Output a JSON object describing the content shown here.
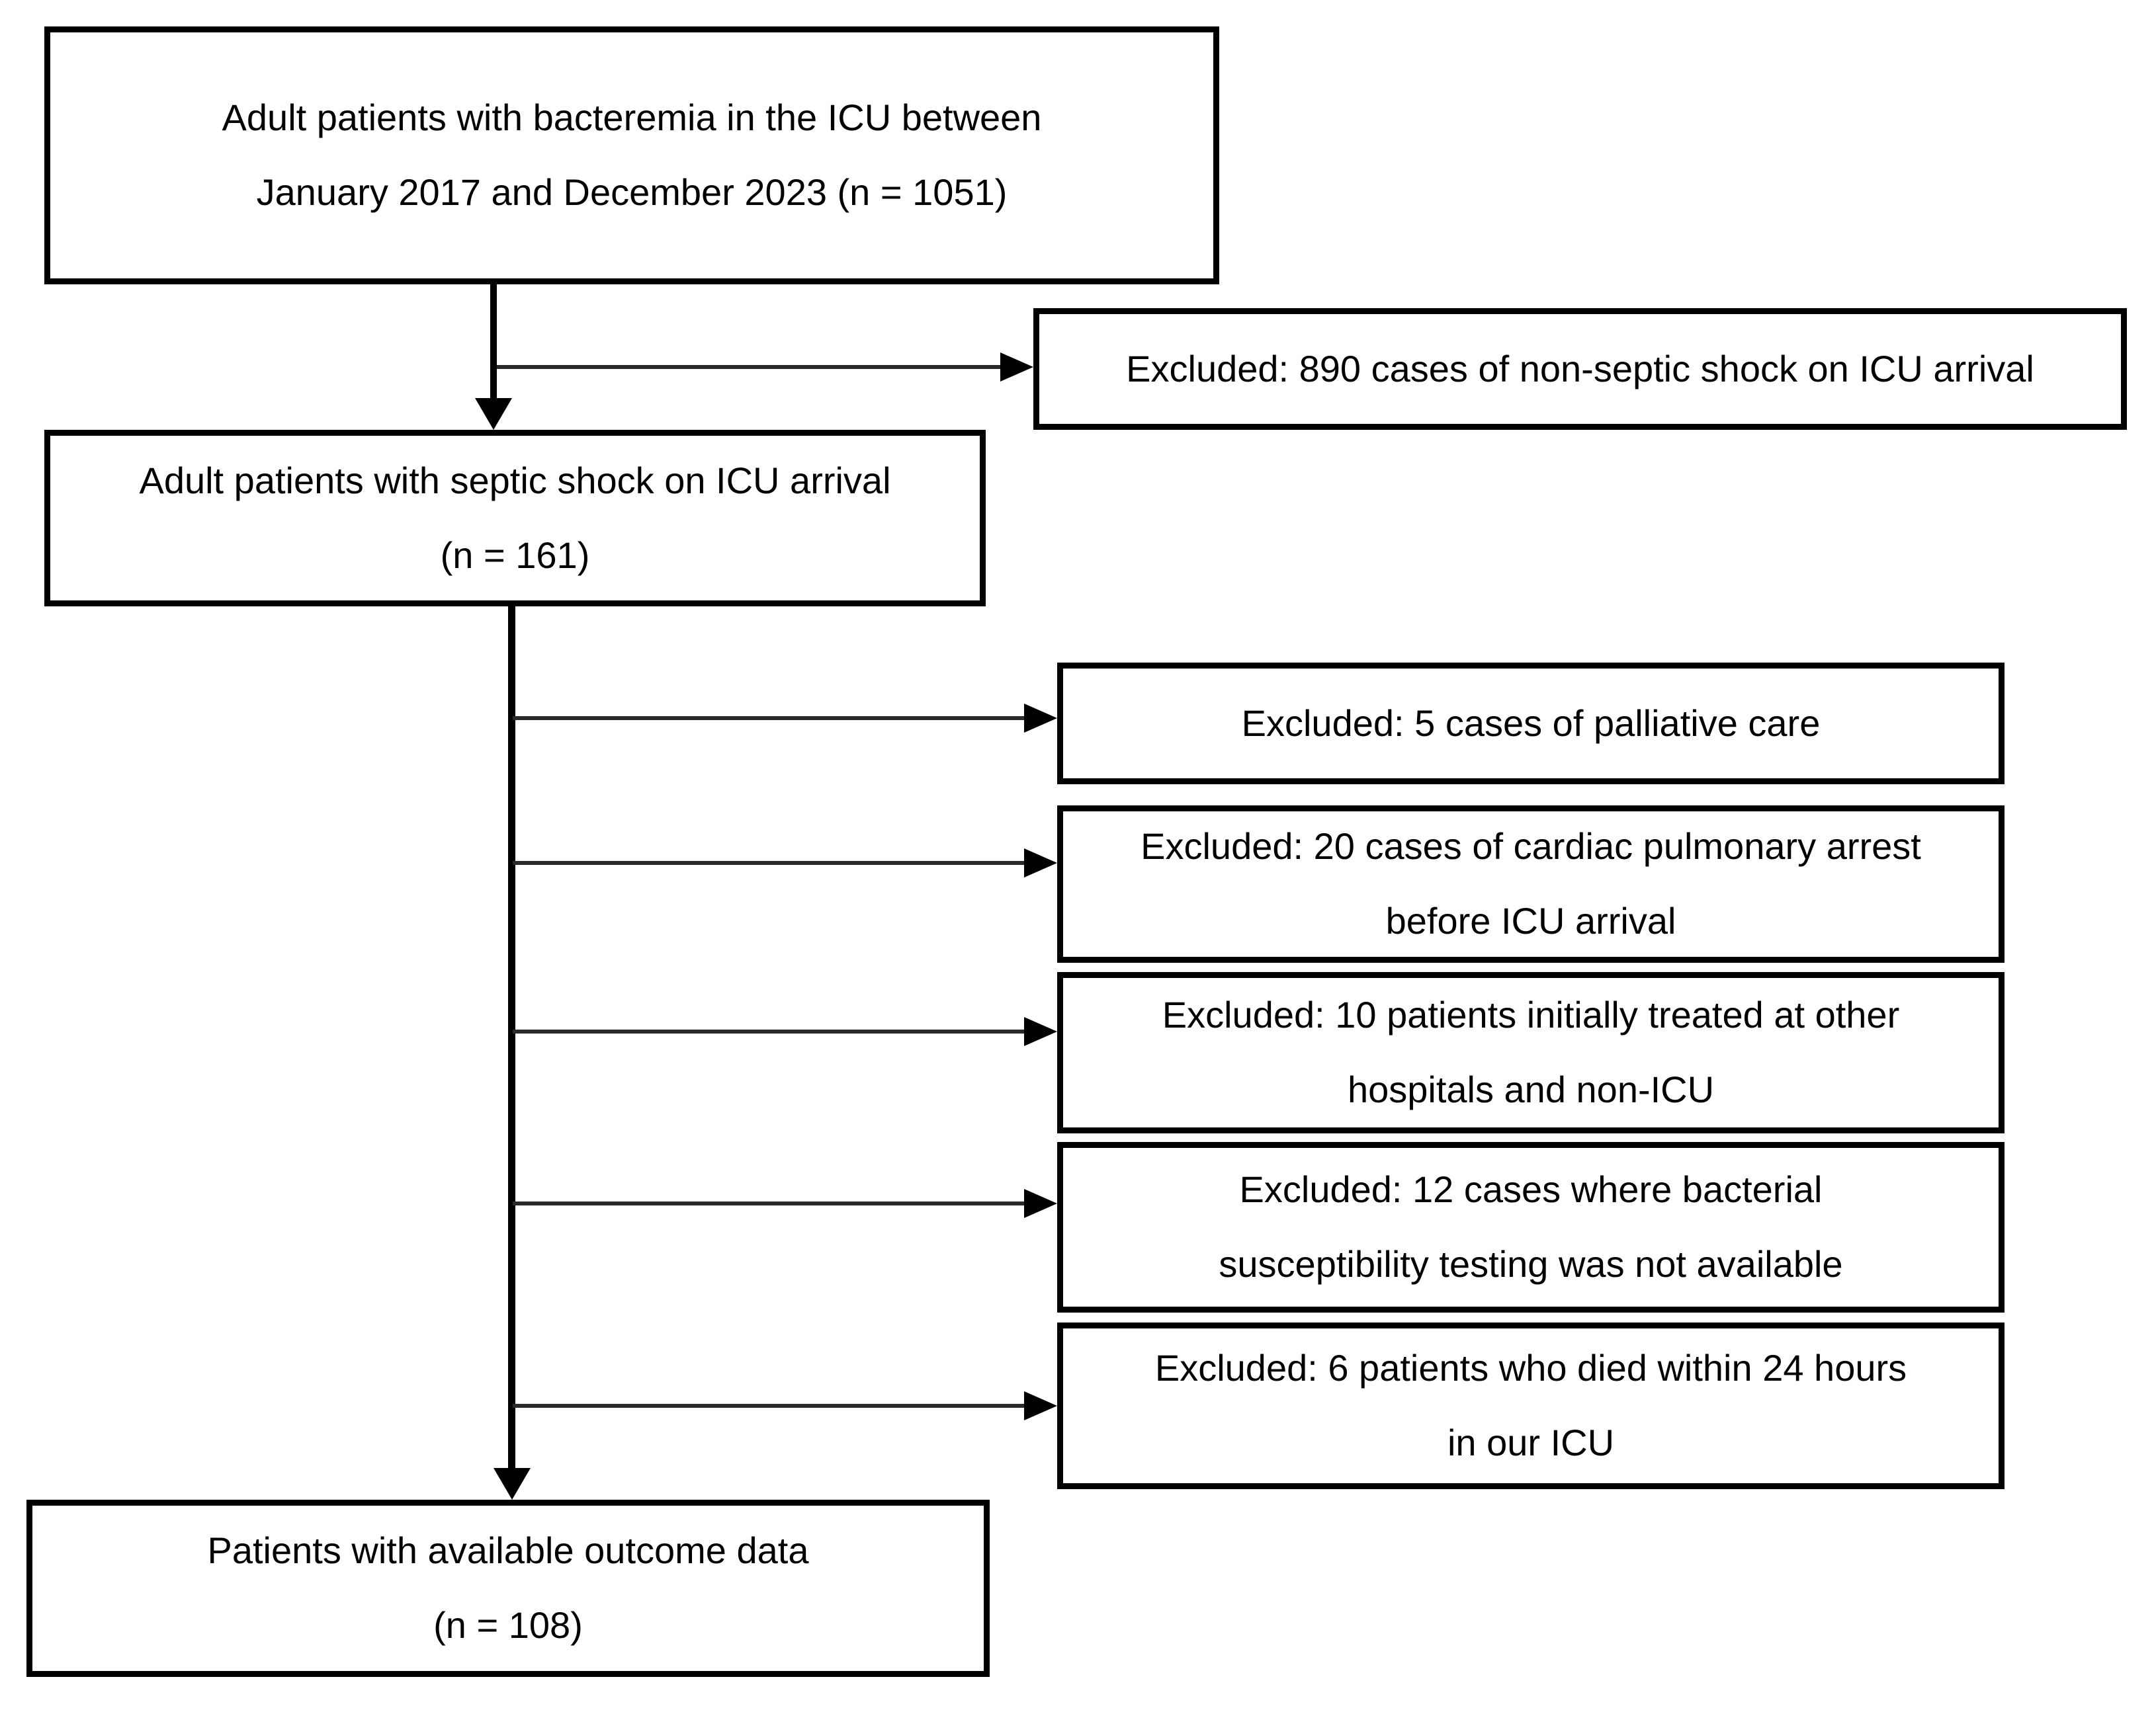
{
  "figure": {
    "type": "patient-flow-diagram",
    "background_color": "#ffffff",
    "border_color": "#000000",
    "text_color": "#000000",
    "arrow_color": "#000000"
  },
  "main_boxes": [
    {
      "id": "bacteremia",
      "lines": [
        "Adult patients with bacteremia in the ICU between",
        "January 2017 and December 2023 (n = 1051)"
      ]
    },
    {
      "id": "septic-shock",
      "lines": [
        "Adult patients with septic shock on ICU arrival",
        "(n = 161)"
      ]
    },
    {
      "id": "outcome",
      "lines": [
        "Patients with available outcome data",
        "(n = 108)"
      ]
    }
  ],
  "exclusion_boxes": [
    {
      "id": "non-septic-shock",
      "lines": [
        "Excluded: 890 cases of non-septic shock on ICU arrival"
      ]
    },
    {
      "id": "palliative-care",
      "lines": [
        "Excluded: 5 cases of palliative care"
      ]
    },
    {
      "id": "cardiac-pulmonary-arrest",
      "lines": [
        "Excluded: 20 cases of cardiac pulmonary arrest",
        "before ICU arrival"
      ]
    },
    {
      "id": "other-hospitals",
      "lines": [
        "Excluded: 10 patients initially treated at other",
        "hospitals and non-ICU"
      ]
    },
    {
      "id": "no-susceptibility-testing",
      "lines": [
        "Excluded: 12 cases where bacterial",
        "susceptibility testing was not available"
      ]
    },
    {
      "id": "died-24h",
      "lines": [
        "Excluded: 6 patients who died within 24 hours",
        "in our ICU"
      ]
    }
  ]
}
